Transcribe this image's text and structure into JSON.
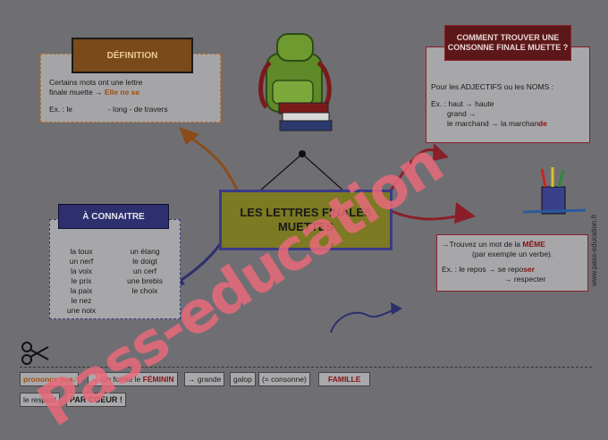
{
  "definition": {
    "title": "DÉFINITION",
    "line1": "Certains mots ont une lettre",
    "line2_pre": "finale muette → ",
    "line2_em": "Elle ne se",
    "ex_pre": "Ex. : le",
    "ex_mid": "- long - de travers"
  },
  "center": {
    "title": "LES LETTRES FINALES MUETTES"
  },
  "connaitre": {
    "title": "À CONNAITRE",
    "left": [
      "la toux",
      "un nerf",
      "la voix",
      "le prix",
      "la paix",
      "le nez",
      "une noix"
    ],
    "right": [
      "un étang",
      "le doigt",
      "un cerf",
      "une brebis",
      "le choix"
    ]
  },
  "comment": {
    "title": "COMMENT TROUVER UNE CONSONNE FINALE MUETTE ?",
    "line1": "Pour les ADJECTIFS ou les NOMS :",
    "ex1_pre": "Ex. : haut → haute",
    "ex2": "grand →",
    "ex3_pre": "le marchand → la marchan",
    "ex3_em": "de"
  },
  "meme": {
    "line1_pre": "→Trouvez un mot de la ",
    "line1_em": "MÊME",
    "line2": "(par exemple un verbe).",
    "ex_pre": "Ex. : le repos → se repo",
    "ex_em": "ser",
    "ex2": "→ respecter"
  },
  "bottom": {
    "prononce": "prononce pas.",
    "feminin_pre": "→ On forme le ",
    "feminin_em": "FÉMININ",
    "grande": "→ grande",
    "galop": "galop",
    "consonne": "(= consonne)",
    "famille": "FAMILLE",
    "respect": "le respect",
    "coeur": "PAR COEUR !"
  },
  "watermark": {
    "text": "Pass-education",
    "side": "www.pass-education.fr"
  }
}
